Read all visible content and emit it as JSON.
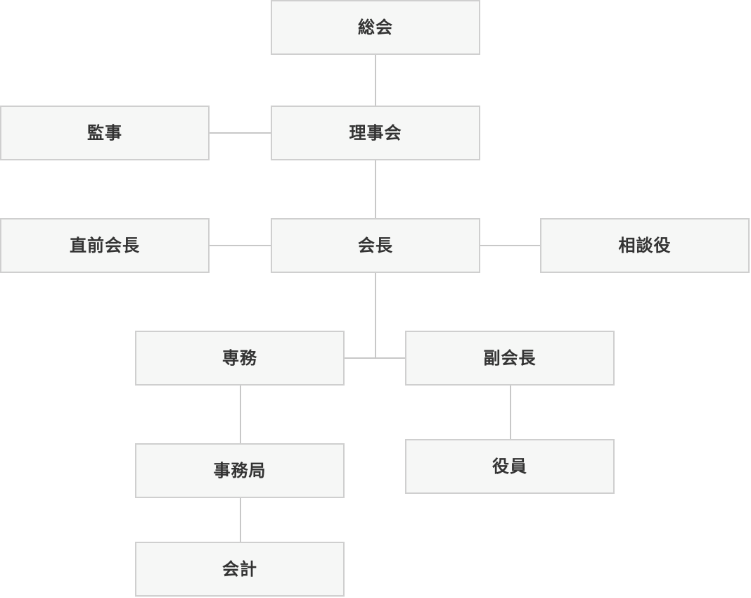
{
  "nodes": {
    "soukai": "総会",
    "rijikai": "理事会",
    "kanji": "監事",
    "kaicho": "会長",
    "zenkaicho": "直前会長",
    "sodanyaku": "相談役",
    "senmu": "専務",
    "fukukaicho": "副会長",
    "jimukyoku": "事務局",
    "yakuin": "役員",
    "kaikei": "会計"
  },
  "colors": {
    "node_fill": "#f6f7f6",
    "node_border": "#cfcfcf",
    "connector": "#c8c8c8",
    "text": "#333333"
  }
}
